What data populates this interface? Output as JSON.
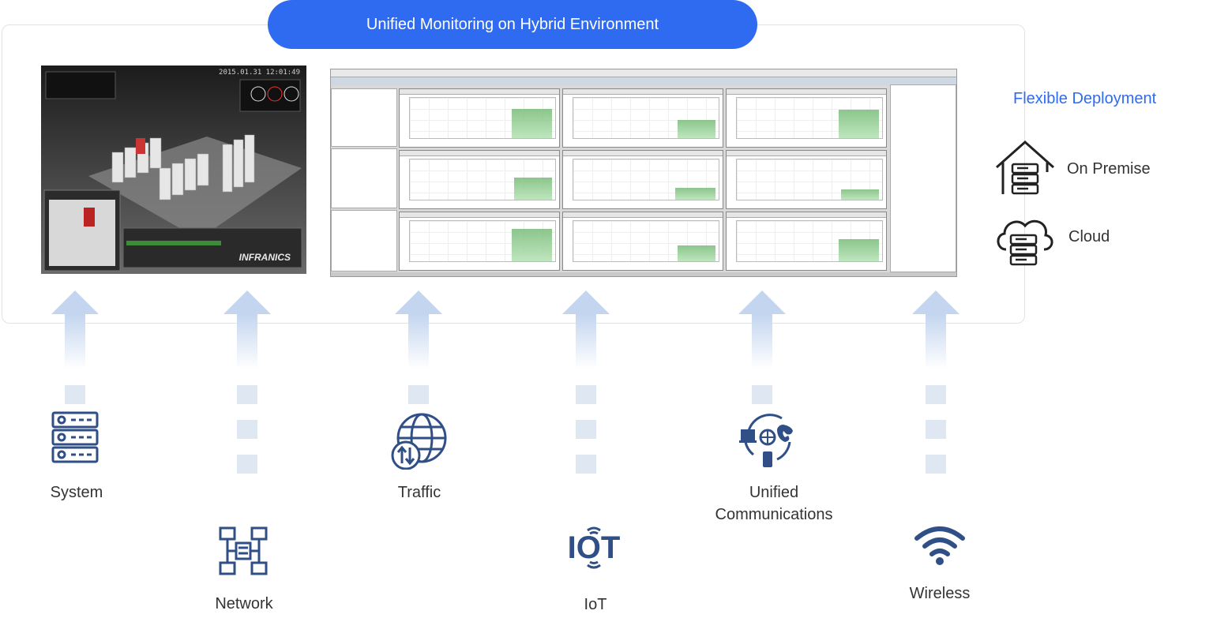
{
  "header": {
    "title": "Unified Monitoring on Hybrid Environment"
  },
  "screenshots": {
    "datacenter": {
      "datetime": "2015.01.31 12:01:49",
      "brand": "INFRANICS"
    }
  },
  "deployment": {
    "title": "Flexible Deployment",
    "options": [
      {
        "label": "On Premise",
        "icon": "house-server-icon"
      },
      {
        "label": "Cloud",
        "icon": "cloud-server-icon"
      }
    ]
  },
  "sources": [
    {
      "label": "System",
      "icon": "server-rack-icon"
    },
    {
      "label": "Network",
      "icon": "network-topology-icon"
    },
    {
      "label": "Traffic",
      "icon": "globe-traffic-icon"
    },
    {
      "label": "IoT",
      "icon": "iot-icon",
      "icon_text": "IOT"
    },
    {
      "label": "Unified\nCommunications",
      "icon": "unified-communications-icon"
    },
    {
      "label": "Wireless",
      "icon": "wifi-icon"
    }
  ],
  "colors": {
    "accent": "#2f6bf0",
    "icon": "#2f4f86",
    "arrow": "#c3d5ef"
  }
}
